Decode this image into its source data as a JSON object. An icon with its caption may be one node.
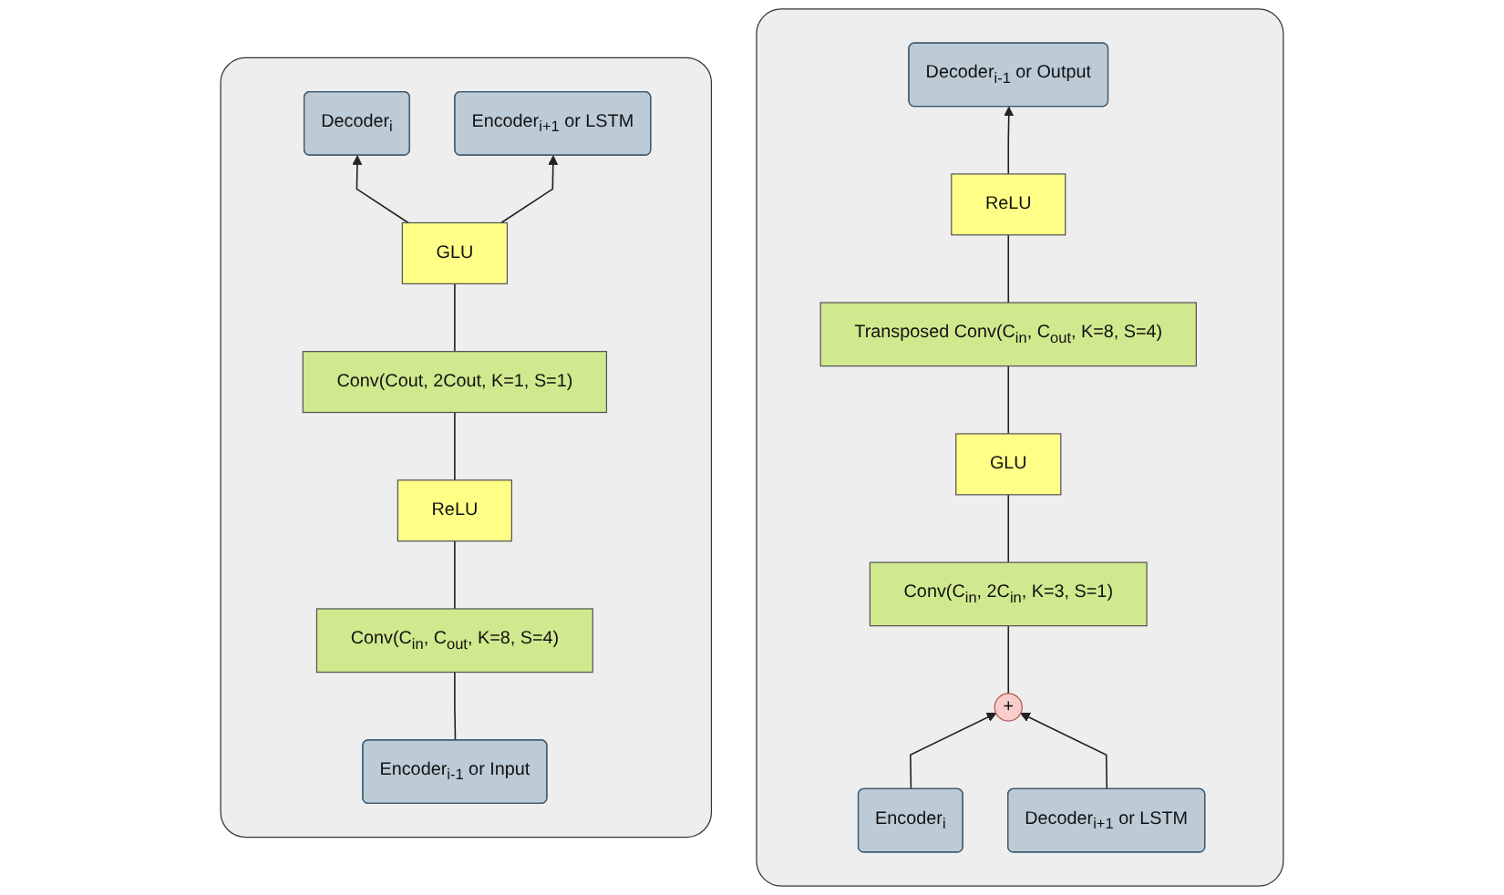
{
  "diagram": {
    "nodes": [
      {
        "text": [],
        "shape": "box"
      },
      {
        "text": [
          "Decoder$_{i}$"
        ],
        "in": 0
      },
      {
        "text": [
          "Encoder$_{i+1}$ or LSTM"
        ],
        "in": 0
      },
      {
        "text": [
          "GLU"
        ],
        "in": 0
      },
      {
        "text": [
          "Conv(Cout, 2Cout, K=1, S=1)"
        ],
        "in": 0
      },
      {
        "text": [
          "ReLU"
        ],
        "in": 0
      },
      {
        "text": [
          "Conv(C$_{in}$, C$_{out}$, K=8, S=4)"
        ],
        "in": 0
      },
      {
        "text": [
          "Encoder$_{i-1}$ or Input"
        ],
        "in": 0
      },
      {
        "text": [],
        "shape": "box"
      },
      {
        "text": [
          "Decoder$_{i-1}$ or Output"
        ],
        "in": 8
      },
      {
        "text": [
          "ReLU"
        ],
        "in": 8
      },
      {
        "text": [
          "Transposed Conv(C$_{in}$, C$_{out}$, K=8, S=4)"
        ],
        "in": 8
      },
      {
        "text": [
          "GLU"
        ],
        "in": 8
      },
      {
        "text": [
          "Conv(C$_{in}$, 2C$_{in}$, K=3, S=1)"
        ],
        "in": 8
      },
      {
        "text": [
          "+"
        ],
        "in": 8
      },
      {
        "text": [
          "Encoder$_{i}$"
        ],
        "in": 8
      },
      {
        "text": [
          "Decoder$_{i+1}$ or LSTM"
        ],
        "in": 8
      }
    ],
    "edges": [
      {
        "from": 7,
        "to": 6,
        "arrow": "none"
      },
      {
        "from": 6,
        "to": 5,
        "arrow": "none"
      },
      {
        "from": 5,
        "to": 4,
        "arrow": "none"
      },
      {
        "from": 4,
        "to": 3,
        "arrow": "none"
      },
      {
        "from": 3,
        "to": 1,
        "arrow": "to"
      },
      {
        "from": 3,
        "to": 2,
        "arrow": "to"
      },
      {
        "from": 15,
        "to": 14,
        "arrow": "to"
      },
      {
        "from": 16,
        "to": 14,
        "arrow": "to"
      },
      {
        "from": 14,
        "to": 13,
        "arrow": "none"
      },
      {
        "from": 13,
        "to": 12,
        "arrow": "none"
      },
      {
        "from": 12,
        "to": 11,
        "arrow": "none"
      },
      {
        "from": 11,
        "to": 10,
        "arrow": "none"
      },
      {
        "from": 10,
        "to": 9,
        "arrow": "to"
      }
    ]
  }
}
